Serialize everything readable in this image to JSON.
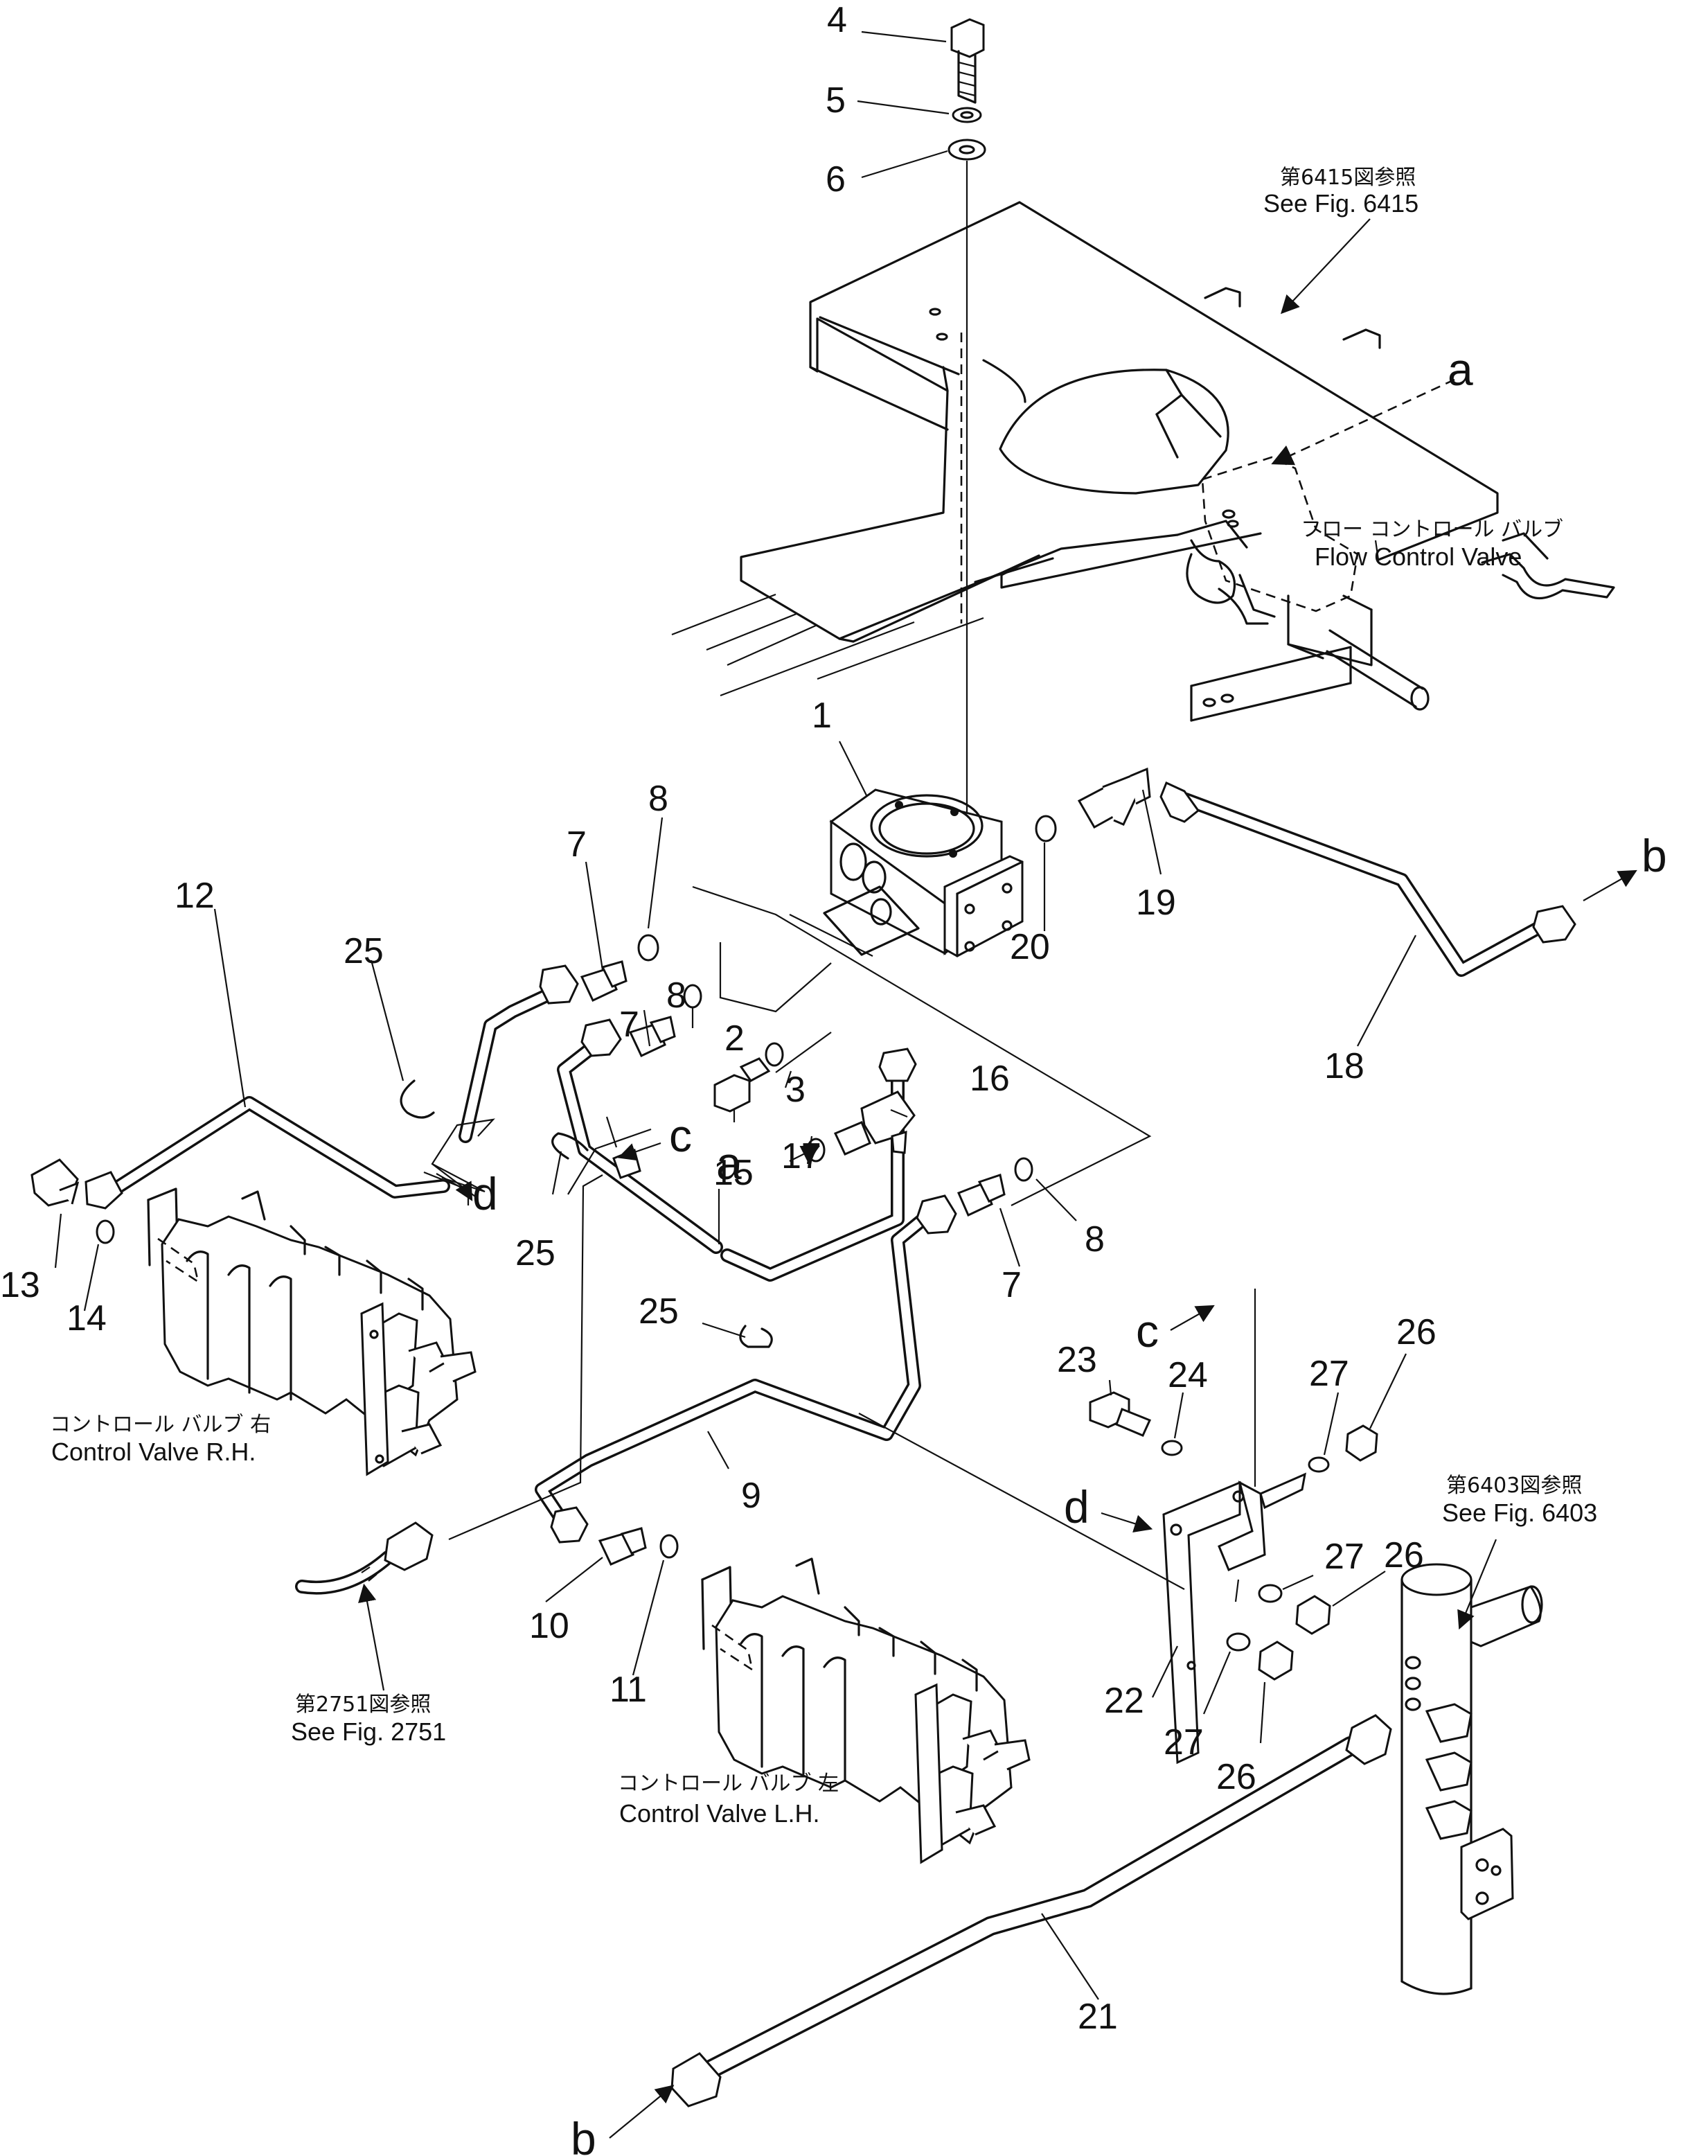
{
  "part_numbers": {
    "p1": "1",
    "p2": "2",
    "p3": "3",
    "p4": "4",
    "p5": "5",
    "p6": "6",
    "p7a": "7",
    "p7b": "7",
    "p7c": "7",
    "p8a": "8",
    "p8b": "8",
    "p8c": "8",
    "p9": "9",
    "p10": "10",
    "p11": "11",
    "p12": "12",
    "p13": "13",
    "p14": "14",
    "p15": "15",
    "p16": "16",
    "p17": "17",
    "p18": "18",
    "p19": "19",
    "p20": "20",
    "p21": "21",
    "p22": "22",
    "p23": "23",
    "p24": "24",
    "p25a": "25",
    "p25b": "25",
    "p25c": "25",
    "p26a": "26",
    "p26b": "26",
    "p26c": "26",
    "p27a": "27",
    "p27b": "27",
    "p27c": "27"
  },
  "connection_letters": {
    "a_top": "a",
    "a_mid": "a",
    "b_right": "b",
    "b_bottom": "b",
    "c_mid": "c",
    "c_bracket": "c",
    "d_mid": "d",
    "d_bracket": "d"
  },
  "captions": {
    "fig6415_jp": "第6415図参照",
    "fig6415_en": "See Fig. 6415",
    "flow_valve_jp": "フロー コントロール バルブ",
    "flow_valve_en": "Flow Control Valve",
    "cv_rh_jp": "コントロール バルブ 右",
    "cv_rh_en": "Control Valve R.H.",
    "fig2751_jp": "第2751図参照",
    "fig2751_en": "See Fig. 2751",
    "cv_lh_jp": "コントロール バルブ 左",
    "cv_lh_en": "Control Valve L.H.",
    "fig6403_jp": "第6403図参照",
    "fig6403_en": "See Fig. 6403"
  }
}
